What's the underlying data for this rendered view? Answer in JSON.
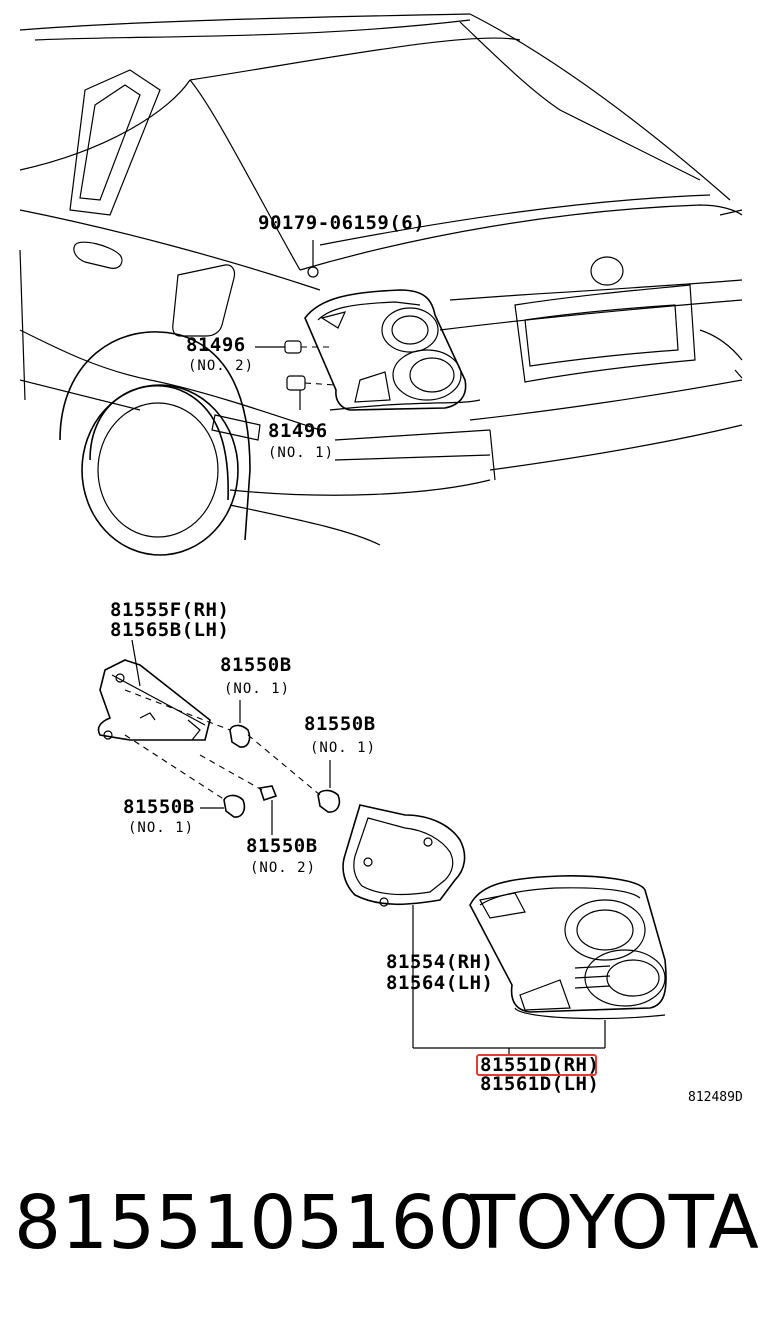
{
  "callouts": {
    "bolt": "90179-06159(6)",
    "socket_no2_part": "81496",
    "socket_no2_note": "(NO. 2)",
    "socket_no1_part": "81496",
    "socket_no1_note": "(NO. 1)",
    "bracket_rh": "81555F(RH)",
    "bracket_lh": "81565B(LH)",
    "bulb_a_part": "81550B",
    "bulb_a_note": "(NO. 1)",
    "bulb_b_part": "81550B",
    "bulb_b_note": "(NO. 1)",
    "bulb_c_part": "81550B",
    "bulb_c_note": "(NO. 1)",
    "bulb_d_part": "81550B",
    "bulb_d_note": "(NO. 2)",
    "gasket_rh": "81554(RH)",
    "gasket_lh": "81564(LH)",
    "lamp_rh": "81551D(RH)",
    "lamp_lh": "81561D(LH)"
  },
  "diagram_ref": "812489D",
  "highlight_color": "#e53935",
  "footer": {
    "part_number": "8155105160",
    "brand": "TOYOTA"
  }
}
